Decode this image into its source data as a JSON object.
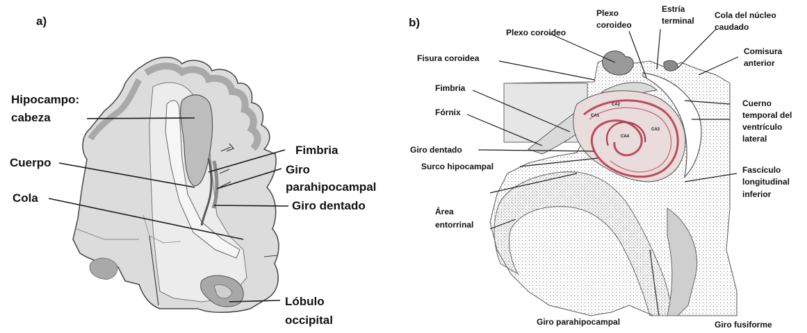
{
  "panel_a": {
    "tag": "a)",
    "labels": {
      "hipocampo_1": "Hipocampo:",
      "hipocampo_2": "cabeza",
      "cuerpo": "Cuerpo",
      "cola": "Cola",
      "fimbria": "Fimbria",
      "giro_parahipocampal_1": "Giro",
      "giro_parahipocampal_2": "parahipocampal",
      "giro_dentado": "Giro dentado",
      "lobulo_1": "Lóbulo",
      "lobulo_2": "occipital"
    }
  },
  "panel_b": {
    "tag": "b)",
    "labels": {
      "plexo_coroideo_1": "Plexo coroideo",
      "plexo_coroideo_2a": "Plexo",
      "plexo_coroideo_2b": "coroideo",
      "estria_1": "Estría",
      "estria_2": "terminal",
      "cola_nucleo_1": "Cola del núcleo",
      "cola_nucleo_2": "caudado",
      "fisura_coroidea": "Fisura coroidea",
      "comisura_1": "Comisura",
      "comisura_2": "anterior",
      "fimbria": "Fimbria",
      "fornix": "Fórnix",
      "cuerno_1": "Cuerno",
      "cuerno_2": "temporal del",
      "cuerno_3": "ventrículo",
      "cuerno_4": "lateral",
      "giro_dentado": "Giro dentado",
      "surco": "Surco hipocampal",
      "fasciculo_1": "Fascículo",
      "fasciculo_2": "longitudinal",
      "fasciculo_3": "inferior",
      "area_1": "Área",
      "area_2": "entorrinal",
      "giro_parahipocampal": "Giro parahipocampal",
      "giro_fusiforme": "Giro fusiforme",
      "ca_labels": [
        "CA1",
        "CA2",
        "CA3",
        "CA4"
      ]
    }
  },
  "colors": {
    "hippocampus_outline": "#c0485a",
    "ink": "#1a1a1a"
  }
}
